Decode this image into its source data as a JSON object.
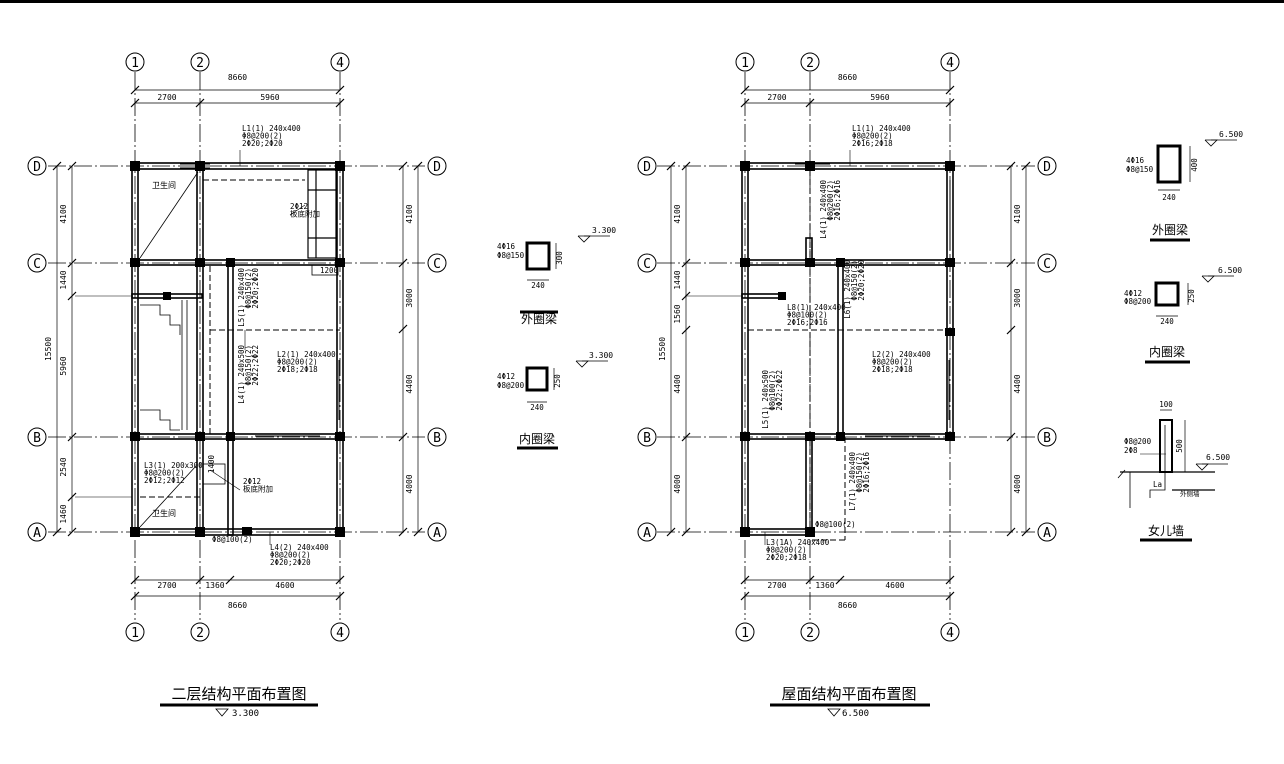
{
  "plans": [
    {
      "title": "二层结构平面布置图",
      "level": "3.300",
      "overall_dim": "8660",
      "top_dims": [
        "2700",
        "5960"
      ],
      "bottom_dims": [
        "2700",
        "1360",
        "4600"
      ],
      "side_dims_left": [
        "4100",
        "1440",
        "5960",
        "2540",
        "1460"
      ],
      "side_total": "15500",
      "side_dims_right": [
        "4100",
        "3000",
        "4400",
        "4000"
      ],
      "notes": [
        {
          "lines": [
            "L1(1) 240x400",
            "Φ8@200(2)",
            "2Φ20;2Φ20"
          ]
        },
        {
          "lines": [
            "2Φ12",
            "板底附加"
          ]
        },
        {
          "lines": [
            "1200"
          ]
        },
        {
          "lines": [
            "L5(1) 240x400",
            "Φ8@150(2)",
            "2Φ20;2Φ20"
          ]
        },
        {
          "lines": [
            "L2(1) 240x400",
            "Φ8@200(2)",
            "2Φ18;2Φ18"
          ]
        },
        {
          "lines": [
            "L4(1) 240x500",
            "Φ8@150(2)",
            "2Φ22;2Φ22"
          ]
        },
        {
          "lines": [
            "L3(1) 200x300",
            "Φ8@200(2)",
            "2Φ12;2Φ12"
          ]
        },
        {
          "lines": [
            "1400"
          ]
        },
        {
          "lines": [
            "2Φ12",
            "板底附加"
          ]
        },
        {
          "lines": [
            "Φ8@100(2)"
          ]
        },
        {
          "lines": [
            "L4(2) 240x400",
            "Φ8@200(2)",
            "2Φ20;2Φ20"
          ]
        }
      ],
      "rooms": [
        "卫生间",
        "卫生间"
      ]
    },
    {
      "title": "屋面结构平面布置图",
      "level": "6.500",
      "overall_dim": "8660",
      "top_dims": [
        "2700",
        "5960"
      ],
      "bottom_dims": [
        "2700",
        "1360",
        "4600"
      ],
      "side_dims_left": [
        "4100",
        "1440",
        "1560",
        "4400",
        "4000"
      ],
      "side_total": "15500",
      "side_dims_right": [
        "4100",
        "3000",
        "4400",
        "4000"
      ],
      "notes": [
        {
          "lines": [
            "L1(1) 240x400",
            "Φ8@200(2)",
            "2Φ16;2Φ18"
          ]
        },
        {
          "lines": [
            "L4(1) 240x400",
            "Φ8@200(2)",
            "2Φ16;2Φ16"
          ]
        },
        {
          "lines": [
            "L8(1) 240x400",
            "Φ8@100(2)",
            "2Φ16;2Φ16"
          ]
        },
        {
          "lines": [
            "L6(1) 240x400",
            "Φ8@150(2)",
            "2Φ20;2Φ20"
          ]
        },
        {
          "lines": [
            "L2(2) 240x400",
            "Φ8@200(2)",
            "2Φ18;2Φ18"
          ]
        },
        {
          "lines": [
            "L5(1) 240x500",
            "Φ8@100(2)",
            "2Φ22;2Φ22"
          ]
        },
        {
          "lines": [
            "L7(1) 240x400",
            "Φ8@150(2)",
            "2Φ16;2Φ16"
          ]
        },
        {
          "lines": [
            "Φ8@100(2)"
          ]
        },
        {
          "lines": [
            "L3(1A) 240x400",
            "Φ8@200(2)",
            "2Φ20;2Φ18"
          ]
        }
      ]
    }
  ],
  "axes": {
    "columns": [
      "1",
      "2",
      "4"
    ],
    "rows": [
      "D",
      "C",
      "B",
      "A"
    ]
  },
  "sections": [
    {
      "rebar": "4Φ16",
      "stirrup": "Φ8@150",
      "width": "240",
      "height": "300",
      "level": "3.300",
      "title": "外圈梁"
    },
    {
      "rebar": "4Φ12",
      "stirrup": "Φ8@200",
      "width": "240",
      "height": "250",
      "level": "3.300",
      "title": "内圈梁"
    },
    {
      "rebar": "4Φ16",
      "stirrup": "Φ8@150",
      "width": "240",
      "height": "400",
      "level": "6.500",
      "title": "外圈梁"
    },
    {
      "rebar": "4Φ12",
      "stirrup": "Φ8@200",
      "width": "240",
      "height": "250",
      "level": "6.500",
      "title": "内圈梁"
    }
  ],
  "parapet": {
    "dim_top": "100",
    "dim_side": "500",
    "rebar_a": "Φ8@200",
    "rebar_b": "2Φ8",
    "la": "La",
    "note": "外侧墙",
    "level": "6.500",
    "title": "女儿墙"
  }
}
